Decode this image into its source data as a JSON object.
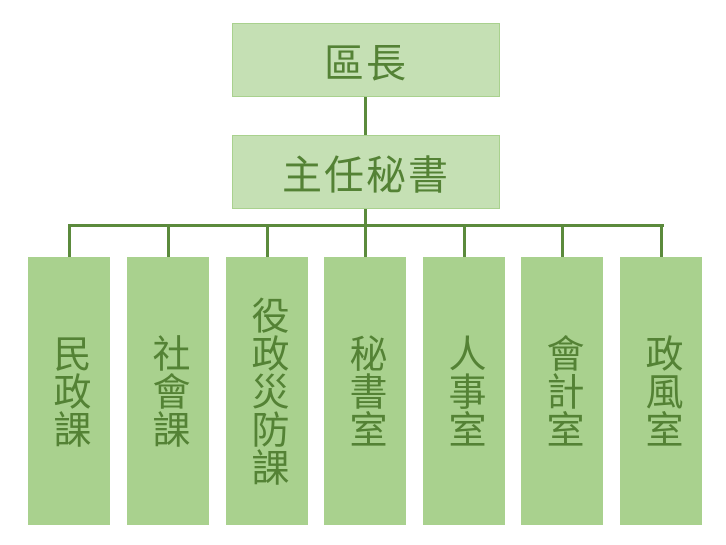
{
  "chart": {
    "head": "區長",
    "secretary": "主任秘書",
    "departments": [
      "民政課",
      "社會課",
      "役政災防課",
      "秘書室",
      "人事室",
      "會計室",
      "政風室"
    ]
  },
  "colors": {
    "top_fill": "#c5e0b4",
    "dept_fill": "#a9d18e",
    "line": "#5b8a3c",
    "text": "#548235"
  }
}
